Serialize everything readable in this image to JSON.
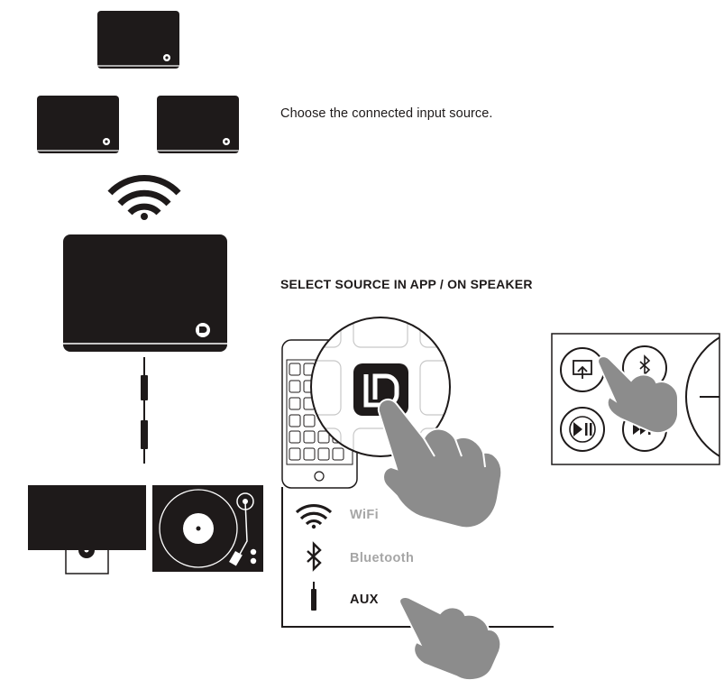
{
  "instruction": "Choose the connected input source.",
  "section_title": "SELECT SOURCE IN APP / ON SPEAKER",
  "sources": [
    {
      "label": "WiFi",
      "state": "inactive",
      "icon": "wifi-icon"
    },
    {
      "label": "Bluetooth",
      "state": "inactive",
      "icon": "bluetooth-icon"
    },
    {
      "label": "AUX",
      "state": "selected",
      "icon": "aux-jack-icon"
    }
  ],
  "colors": {
    "device": "#1e1a1a",
    "hand": "#8c8c8c",
    "inactive_text": "#a6a6a6",
    "line": "#1e1a1a"
  }
}
